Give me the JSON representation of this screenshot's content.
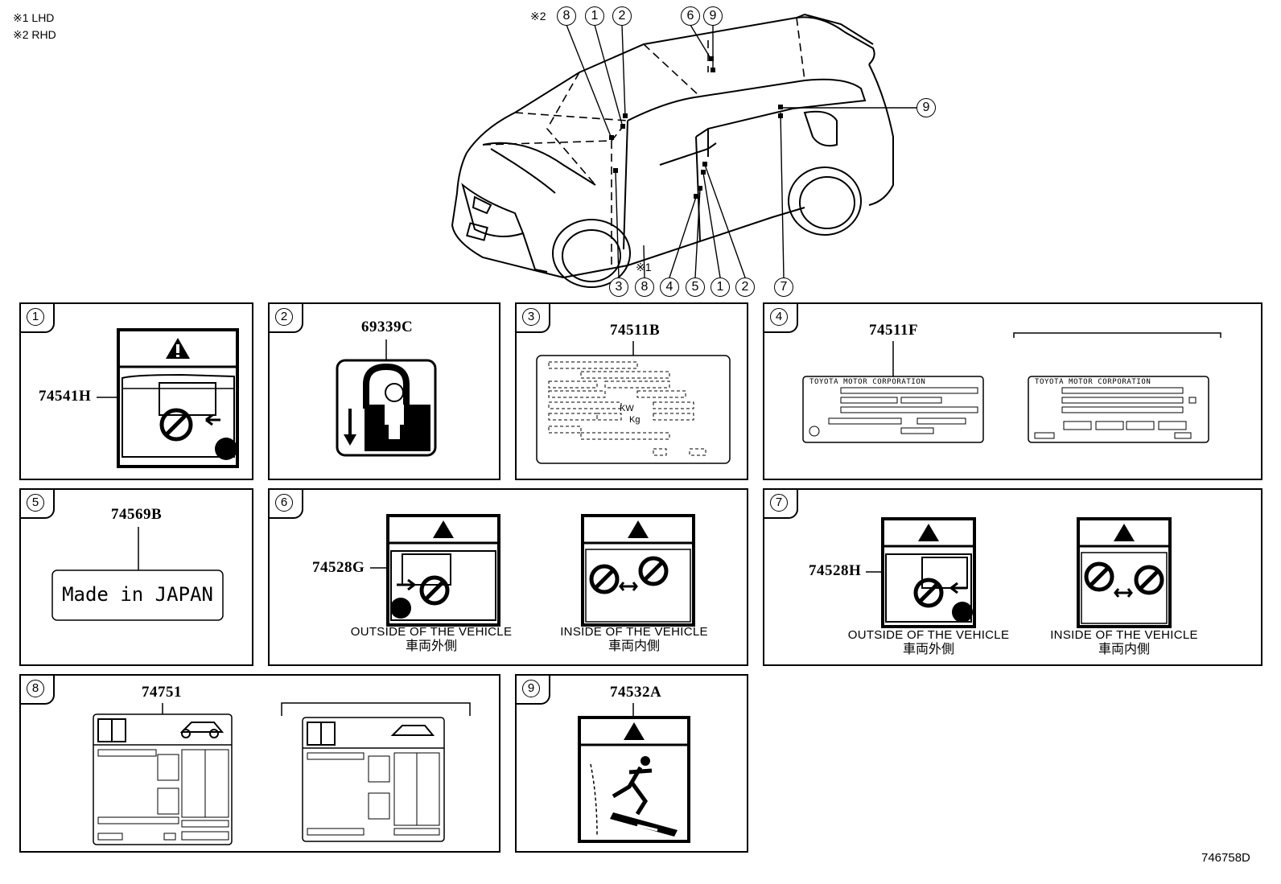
{
  "notes": {
    "lhd": "※1 LHD",
    "rhd": "※2 RHD"
  },
  "vehicle": {
    "callouts_top": [
      "※2",
      "8",
      "1",
      "2",
      "6",
      "9"
    ],
    "callout_right": "9",
    "callout_lhd_mark": "※1",
    "callouts_bottom": [
      "3",
      "8",
      "4",
      "5",
      "1",
      "2",
      "7"
    ]
  },
  "panels": [
    {
      "num": "1",
      "part": "74541H"
    },
    {
      "num": "2",
      "part": "69339C"
    },
    {
      "num": "3",
      "part": "74511B"
    },
    {
      "num": "4",
      "part": "74511F",
      "label_text": "TOYOTA MOTOR CORPORATION"
    },
    {
      "num": "5",
      "part": "74569B",
      "label_text": "Made in JAPAN"
    },
    {
      "num": "6",
      "part": "74528G",
      "outside": "OUTSIDE OF THE VEHICLE",
      "outside_jp": "車両外側",
      "inside": "INSIDE OF THE VEHICLE",
      "inside_jp": "車両内側"
    },
    {
      "num": "7",
      "part": "74528H",
      "outside": "OUTSIDE OF THE VEHICLE",
      "outside_jp": "車両外側",
      "inside": "INSIDE OF THE VEHICLE",
      "inside_jp": "車両内側"
    },
    {
      "num": "8",
      "part": "74751"
    },
    {
      "num": "9",
      "part": "74532A"
    }
  ],
  "label3_units": {
    "kw": "KW",
    "kg": "Kg"
  },
  "footer": "746758D"
}
